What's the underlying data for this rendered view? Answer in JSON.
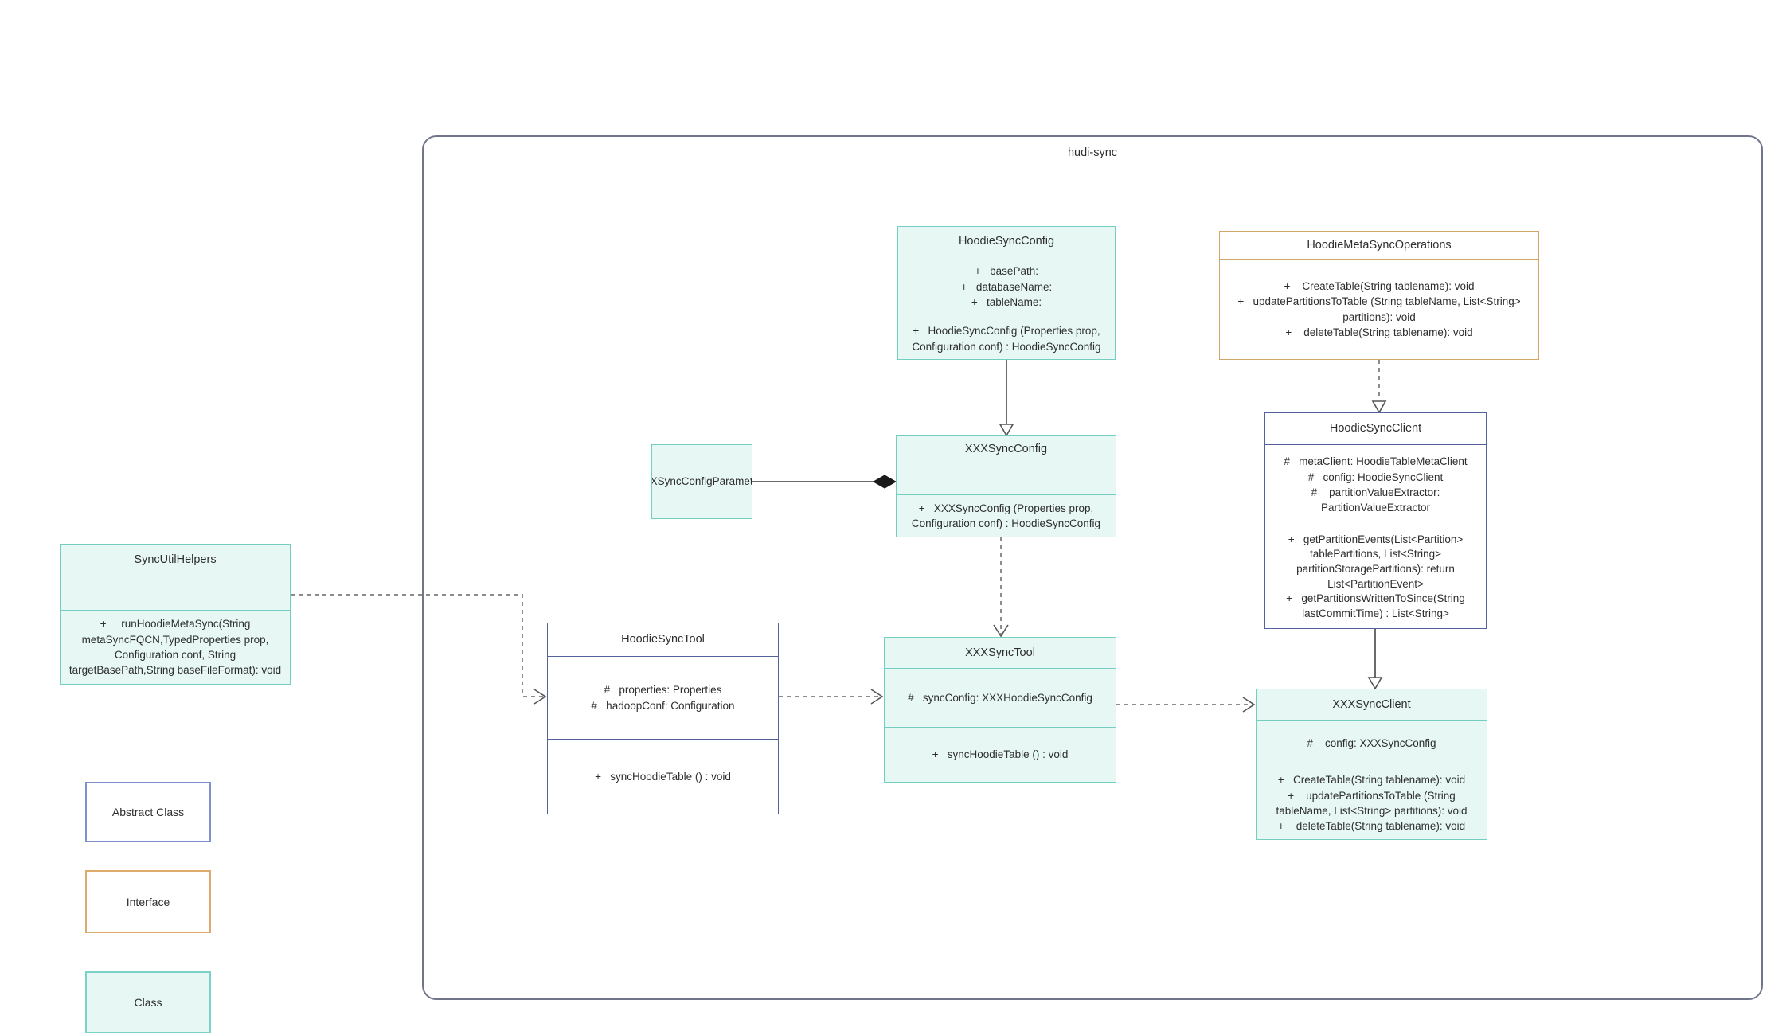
{
  "container": {
    "label": "hudi-sync"
  },
  "classes": {
    "hoodieSyncConfig": {
      "name": "HoodieSyncConfig",
      "type": "class",
      "attributes": [
        "+   basePath:",
        "+   databaseName:",
        "+   tableName:"
      ],
      "methods": [
        "+   HoodieSyncConfig (Properties prop, Configuration conf) : HoodieSyncConfig"
      ]
    },
    "hoodieMetaSyncOperations": {
      "name": "HoodieMetaSyncOperations",
      "type": "interface",
      "attributes": [],
      "methods": [
        "+    CreateTable(String tablename): void",
        "+   updatePartitionsToTable (String tableName, List<String> partitions): void",
        "+    deleteTable(String tablename): void"
      ]
    },
    "xxxSyncConfigParameters": {
      "name": "XXXSyncConfigParameters",
      "type": "class",
      "attributes": [],
      "methods": []
    },
    "xxxSyncConfig": {
      "name": "XXXSyncConfig",
      "type": "class",
      "attributes": [],
      "methods": [
        "+   XXXSyncConfig (Properties prop, Configuration conf) : HoodieSyncConfig"
      ]
    },
    "syncUtilHelpers": {
      "name": "SyncUtilHelpers",
      "type": "class",
      "attributes": [],
      "methods": [
        "+     runHoodieMetaSync(String metaSyncFQCN,TypedProperties prop, Configuration conf, String targetBasePath,String baseFileFormat): void"
      ]
    },
    "hoodieSyncTool": {
      "name": "HoodieSyncTool",
      "type": "abstract",
      "attributes": [
        "#   properties: Properties",
        "#   hadoopConf: Configuration"
      ],
      "methods": [
        "+   syncHoodieTable () : void"
      ]
    },
    "xxxSyncTool": {
      "name": "XXXSyncTool",
      "type": "class",
      "attributes": [
        "#   syncConfig: XXXHoodieSyncConfig"
      ],
      "methods": [
        "+   syncHoodieTable () : void"
      ]
    },
    "hoodieSyncClient": {
      "name": "HoodieSyncClient",
      "type": "abstract",
      "attributes": [
        "#   metaClient: HoodieTableMetaClient",
        "#   config: HoodieSyncClient",
        "#    partitionValueExtractor: PartitionValueExtractor"
      ],
      "methods": [
        "+   getPartitionEvents(List<Partition> tablePartitions, List<String> partitionStoragePartitions): return List<PartitionEvent>",
        "+   getPartitionsWrittenToSince(String lastCommitTime) : List<String>"
      ]
    },
    "xxxSyncClient": {
      "name": "XXXSyncClient",
      "type": "class",
      "attributes": [
        "#    config: XXXSyncConfig"
      ],
      "methods": [
        "+   CreateTable(String tablename): void",
        "+    updatePartitionsToTable (String tableName, List<String> partitions): void",
        "+    deleteTable(String tablename): void"
      ]
    }
  },
  "relationships": [
    {
      "from": "HoodieSyncConfig",
      "to": "XXXSyncConfig",
      "type": "generalization-solid-hollow-arrow"
    },
    {
      "from": "HoodieMetaSyncOperations",
      "to": "HoodieSyncClient",
      "type": "realization-dashed-hollow-arrow"
    },
    {
      "from": "XXXSyncConfigParameters",
      "to": "XXXSyncConfig",
      "type": "composition-solid-filled-diamond"
    },
    {
      "from": "XXXSyncConfig",
      "to": "XXXSyncTool",
      "type": "dependency-dashed-open-arrow"
    },
    {
      "from": "HoodieSyncClient",
      "to": "XXXSyncClient",
      "type": "generalization-solid-hollow-arrow"
    },
    {
      "from": "SyncUtilHelpers",
      "to": "HoodieSyncTool",
      "type": "dependency-dashed-open-arrow"
    },
    {
      "from": "HoodieSyncTool",
      "to": "XXXSyncTool",
      "type": "dependency-dashed-open-arrow"
    },
    {
      "from": "XXXSyncTool",
      "to": "XXXSyncClient",
      "type": "dependency-dashed-open-arrow"
    }
  ],
  "legend": {
    "abstract": "Abstract Class",
    "interface": "Interface",
    "class": "Class"
  },
  "colors": {
    "class_fill": "#e7f8f4",
    "class_border": "#72cfc1",
    "abstract_border": "#53629b",
    "legend_abstract_border": "#8191ca",
    "interface_border": "#d2a568",
    "container_border": "#70758a",
    "solid_line": "#6b6b6b",
    "dashed_line": "#8c8c8c",
    "text": "#2e2e2e"
  }
}
